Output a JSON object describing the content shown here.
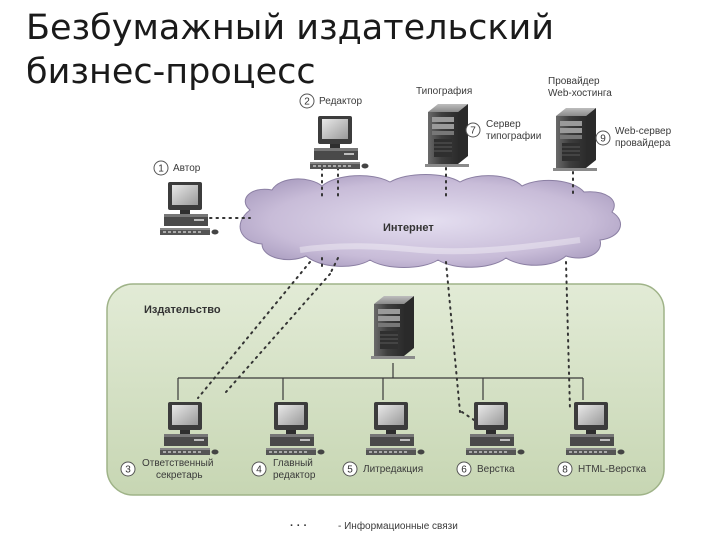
{
  "title": {
    "line1": "Безбумажный издательский",
    "line2": "бизнес-процесс"
  },
  "internet_label": "Интернет",
  "publisher_label": "Издательство",
  "nodes": {
    "editor": {
      "num": "2",
      "label": "Редактор"
    },
    "author": {
      "num": "1",
      "label": "Автор"
    },
    "printing": {
      "title": "Типография",
      "num": "7",
      "label_l1": "Сервер",
      "label_l2": "типографии"
    },
    "hosting": {
      "title_l1": "Провайдер",
      "title_l2": "Web-хостинга",
      "num": "9",
      "label_l1": "Web-сервер",
      "label_l2": "провайдера"
    }
  },
  "workstations": [
    {
      "num": "3",
      "label_l1": "Ответственный",
      "label_l2": "секретарь"
    },
    {
      "num": "4",
      "label_l1": "Главный",
      "label_l2": "редактор"
    },
    {
      "num": "5",
      "label_l1": "Литредакция",
      "label_l2": ""
    },
    {
      "num": "6",
      "label_l1": "Верстка",
      "label_l2": ""
    },
    {
      "num": "8",
      "label_l1": "HTML-Верстка",
      "label_l2": ""
    }
  ],
  "legend": {
    "symbol": "· · ·",
    "label": "- Информационные связи"
  },
  "colors": {
    "cloud": "#c8bcd8",
    "panel": "#d5e1c4",
    "monitor": "#3c3c3c",
    "server": "#4a4a4a"
  }
}
